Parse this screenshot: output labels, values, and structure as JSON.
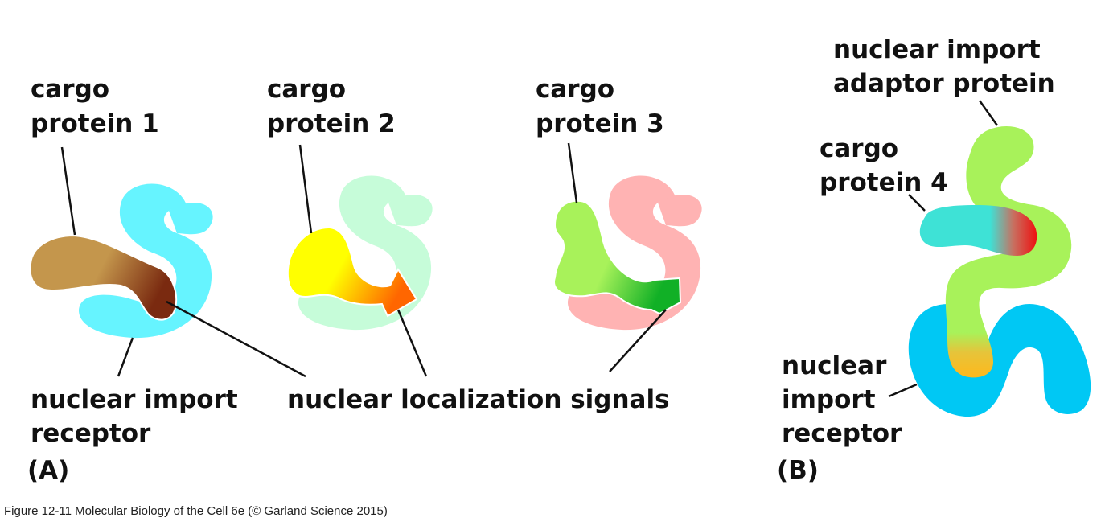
{
  "panel_a": {
    "label": "(A)",
    "cargo_1": {
      "line1": "cargo",
      "line2": "protein 1"
    },
    "cargo_2": {
      "line1": "cargo",
      "line2": "protein 2"
    },
    "cargo_3": {
      "line1": "cargo",
      "line2": "protein 3"
    },
    "receptor": {
      "line1": "nuclear import",
      "line2": "receptor"
    },
    "nls": "nuclear localization signals"
  },
  "panel_b": {
    "label": "(B)",
    "adaptor": {
      "line1": "nuclear import",
      "line2": "adaptor protein"
    },
    "cargo_4": {
      "line1": "cargo",
      "line2": "protein 4"
    },
    "receptor": {
      "line1": "nuclear",
      "line2": "import",
      "line3": "receptor"
    }
  },
  "caption": "Figure 12-11  Molecular Biology of the Cell 6e (© Garland Science 2015)",
  "colors": {
    "receptor_1": "#66f4ff",
    "cargo_1": "#c4964c",
    "nls_1": "#7a2a10",
    "receptor_2": "#c6fcd9",
    "cargo_2": "#ffff00",
    "nls_2": "#ff6600",
    "receptor_3": "#ffb3b3",
    "cargo_3": "#a8f25a",
    "nls_3": "#11b026",
    "adaptor": "#a8f25a",
    "cargo_4": "#3ee2d6",
    "nls_4": "#ee1111",
    "receptor_b": "#00c8f4",
    "adaptor_nls": "#ffb81c"
  }
}
